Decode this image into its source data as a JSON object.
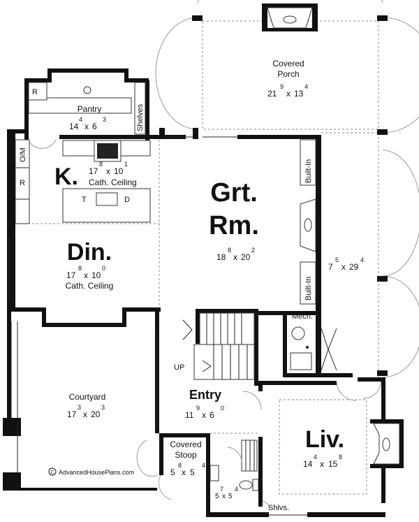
{
  "plan": {
    "covered_porch": {
      "name": "Covered\nPorch",
      "w_ft": "21",
      "w_in": "9",
      "d_ft": "13",
      "d_in": "4"
    },
    "pantry": {
      "name": "Pantry",
      "w_ft": "14",
      "w_in": "4",
      "d_ft": "6",
      "d_in": "3"
    },
    "shelves": "Shelves",
    "kitchen": {
      "abbr": "K.",
      "w_ft": "17",
      "w_in": "8",
      "d_ft": "10",
      "d_in": "1",
      "note": "Cath. Ceiling"
    },
    "great_room": {
      "line1": "Grt.",
      "line2": "Rm.",
      "w_ft": "18",
      "w_in": "8",
      "d_ft": "20",
      "d_in": "2"
    },
    "dining": {
      "abbr": "Din.",
      "w_ft": "17",
      "w_in": "8",
      "d_ft": "10",
      "d_in": "0",
      "note": "Cath. Ceiling"
    },
    "porch_side": {
      "w_ft": "7",
      "w_in": "5",
      "d_ft": "29",
      "d_in": "4"
    },
    "built_in_top": "Built-In",
    "built_in_bottom": "Built-In",
    "mech": "Mech.",
    "up": "UP",
    "courtyard": {
      "name": "Courtyard",
      "w_ft": "17",
      "w_in": "3",
      "d_ft": "20",
      "d_in": "3"
    },
    "entry": {
      "name": "Entry",
      "w_ft": "11",
      "w_in": "9",
      "d_ft": "6",
      "d_in": "0"
    },
    "covered_stoop": {
      "line1": "Covered",
      "line2": "Stoop",
      "w_ft": "5",
      "w_in": "8",
      "d_ft": "5",
      "d_in": "4"
    },
    "powder": {
      "w_ft": "5",
      "w_in": "7",
      "d_ft": "5",
      "d_in": "4"
    },
    "living": {
      "abbr": "Liv.",
      "w_ft": "14",
      "w_in": "4",
      "d_ft": "15",
      "d_in": "8"
    },
    "shlvs": "Shlvs.",
    "appliances": {
      "refrigerator": "R",
      "oven_micro": "O/M",
      "trash": "T",
      "dishwasher": "D",
      "pantry_refrigerator": "R"
    },
    "copyright_symbol": "C",
    "watermark": "AdvancedHousePlans.com"
  }
}
